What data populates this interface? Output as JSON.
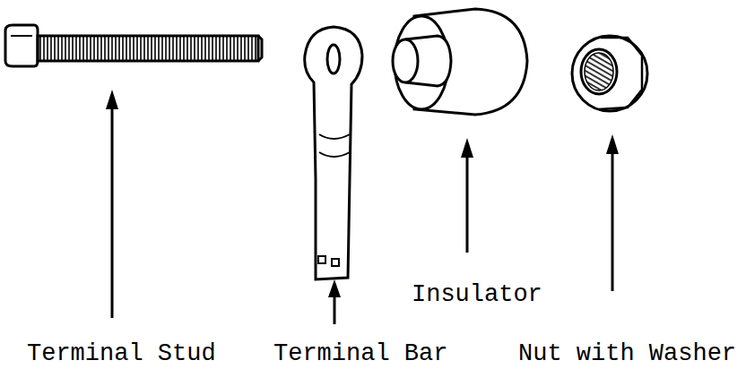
{
  "diagram": {
    "labels": [
      "Terminal Stud",
      "Terminal Bar",
      "Insulator",
      "Nut with Washer"
    ]
  }
}
